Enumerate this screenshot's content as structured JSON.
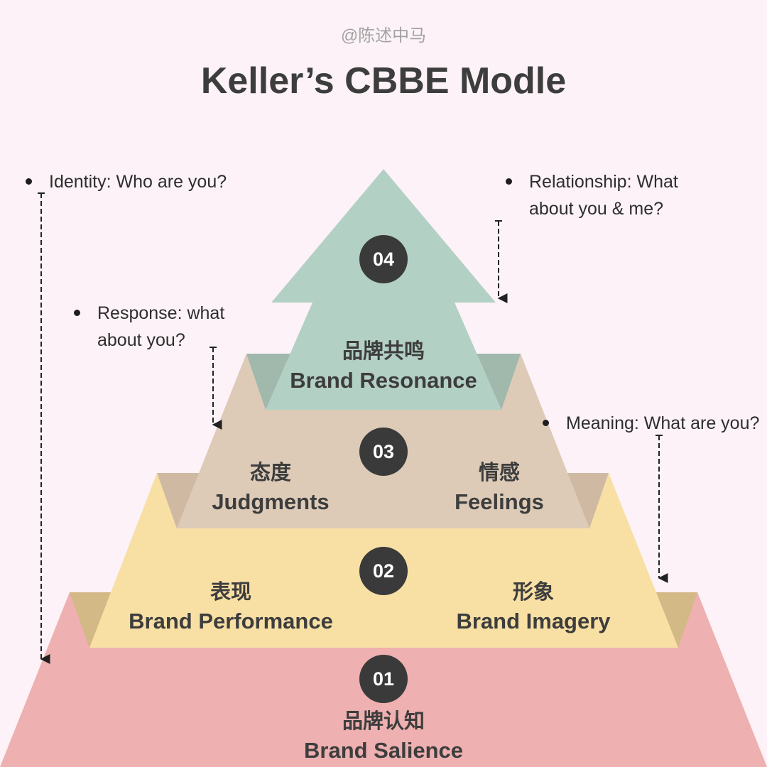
{
  "header": {
    "watermark": "@陈述中马",
    "title": "Keller’s CBBE Modle"
  },
  "colors": {
    "background": "#fcf2f7",
    "level1": "#eeb0b0",
    "level1_shadow": "#d3b985",
    "level2": "#f8e0a5",
    "level2_shadow": "#cfb9a3",
    "level3": "#ddcbb8",
    "level3_shadow": "#a1b8ac",
    "level4": "#b3d0c5",
    "badge": "#3a3a3a"
  },
  "levels": {
    "l4": {
      "number": "04",
      "title_cn": "品牌共鸣",
      "title_en": "Brand Resonance"
    },
    "l3": {
      "number": "03",
      "left_cn": "态度",
      "left_en": "Judgments",
      "right_cn": "情感",
      "right_en": "Feelings"
    },
    "l2": {
      "number": "02",
      "left_cn": "表现",
      "left_en": "Brand Performance",
      "right_cn": "形象",
      "right_en": "Brand Imagery"
    },
    "l1": {
      "number": "01",
      "title_cn": "品牌认知",
      "title_en": "Brand Salience"
    }
  },
  "notes": {
    "identity": "Identity: Who are you?",
    "relationship": "Relationship: What\nabout you & me?",
    "response": "Response: what\nabout you?",
    "meaning": "Meaning: What are you?"
  }
}
